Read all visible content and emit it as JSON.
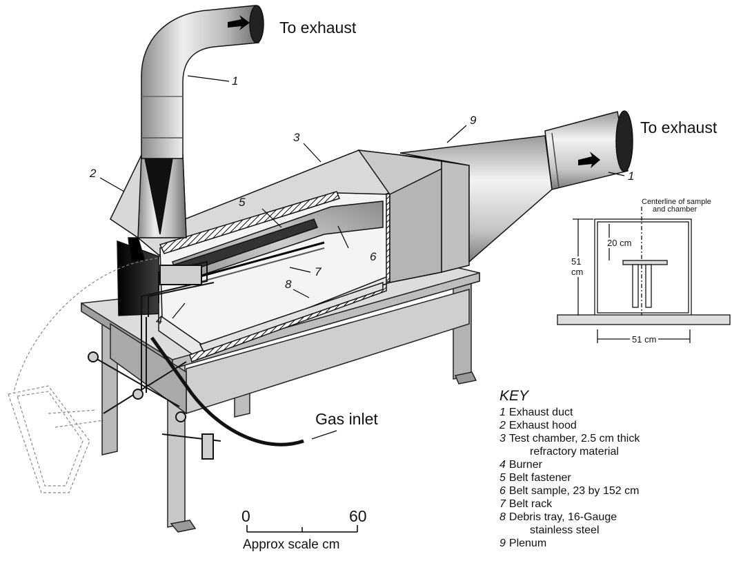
{
  "labels": {
    "exhaust_top": "To exhaust",
    "exhaust_right": "To exhaust",
    "gas_inlet": "Gas inlet",
    "scale_zero": "0",
    "scale_sixty": "60",
    "scale_caption": "Approx scale cm"
  },
  "callouts": {
    "n1a": "1",
    "n1b": "1",
    "n2": "2",
    "n3": "3",
    "n4": "4",
    "n5": "5",
    "n6": "6",
    "n7": "7",
    "n8": "8",
    "n9": "9"
  },
  "inset": {
    "centerline": "Centerline of sample",
    "centerline2": "and chamber",
    "dim_20": "20 cm",
    "dim_51a": "51",
    "dim_51b": "cm",
    "dim_51w": "51 cm"
  },
  "key": {
    "title": "KEY",
    "items": [
      {
        "num": "1",
        "text": "Exhaust duct"
      },
      {
        "num": "2",
        "text": "Exhaust hood"
      },
      {
        "num": "3",
        "text": "Test chamber, 2.5 cm thick",
        "text2": "refractory material"
      },
      {
        "num": "4",
        "text": "Burner"
      },
      {
        "num": "5",
        "text": "Belt fastener"
      },
      {
        "num": "6",
        "text": "Belt sample, 23 by 152 cm"
      },
      {
        "num": "7",
        "text": "Belt rack"
      },
      {
        "num": "8",
        "text": "Debris tray, 16-Gauge",
        "text2": "stainless steel"
      },
      {
        "num": "9",
        "text": "Plenum"
      }
    ]
  }
}
